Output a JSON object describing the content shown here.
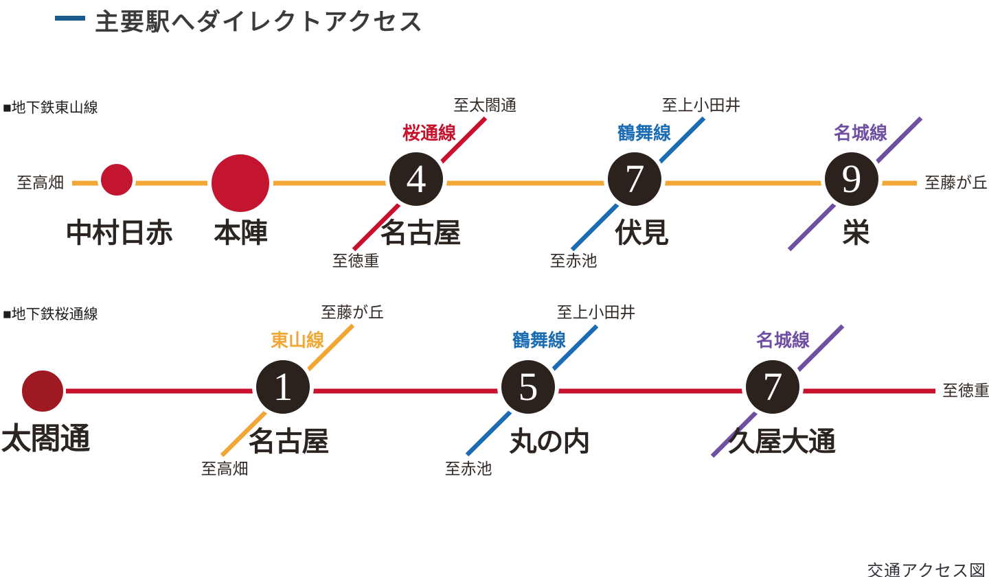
{
  "title": {
    "text": "主要駅へダイレクトアクセス"
  },
  "footer": {
    "caption": "交通アクセス図"
  },
  "colors": {
    "title_accent_blue": "#1a5a8c",
    "higashiyama_orange": "#f0a735",
    "sakuradori_red": "#c8112d",
    "tsurumai_blue": "#1c6cb3",
    "meijo_purple": "#6f4fa1",
    "station_dot_red": "#c31430",
    "taikodori_dot_red": "#9e1a23",
    "numbered_circle_dark": "#2b211d"
  },
  "sections": [
    {
      "label": "■地下鉄東山線",
      "color": "#f0a735",
      "terminals": {
        "left": "至高畑",
        "right": "至藤が丘"
      },
      "stations": [
        {
          "name": "中村日赤"
        },
        {
          "name": "本陣"
        },
        {
          "name": "名古屋",
          "number": "4",
          "transfer": {
            "name": "桜通線",
            "color": "#c8112d",
            "to_upper": "至太閤通",
            "to_lower": "至徳重"
          }
        },
        {
          "name": "伏見",
          "number": "7",
          "transfer": {
            "name": "鶴舞線",
            "color": "#1c6cb3",
            "to_upper": "至上小田井",
            "to_lower": "至赤池"
          }
        },
        {
          "name": "栄",
          "number": "9",
          "transfer": {
            "name": "名城線",
            "color": "#6f4fa1"
          }
        }
      ]
    },
    {
      "label": "■地下鉄桜通線",
      "color": "#c8112d",
      "terminals": {
        "right": "至徳重"
      },
      "stations": [
        {
          "name": "太閤通"
        },
        {
          "name": "名古屋",
          "number": "1",
          "transfer": {
            "name": "東山線",
            "color": "#f0a735",
            "to_upper": "至藤が丘",
            "to_lower": "至高畑"
          }
        },
        {
          "name": "丸の内",
          "number": "5",
          "transfer": {
            "name": "鶴舞線",
            "color": "#1c6cb3",
            "to_upper": "至上小田井",
            "to_lower": "至赤池"
          }
        },
        {
          "name": "久屋大通",
          "number": "7",
          "transfer": {
            "name": "名城線",
            "color": "#6f4fa1"
          }
        }
      ]
    }
  ]
}
